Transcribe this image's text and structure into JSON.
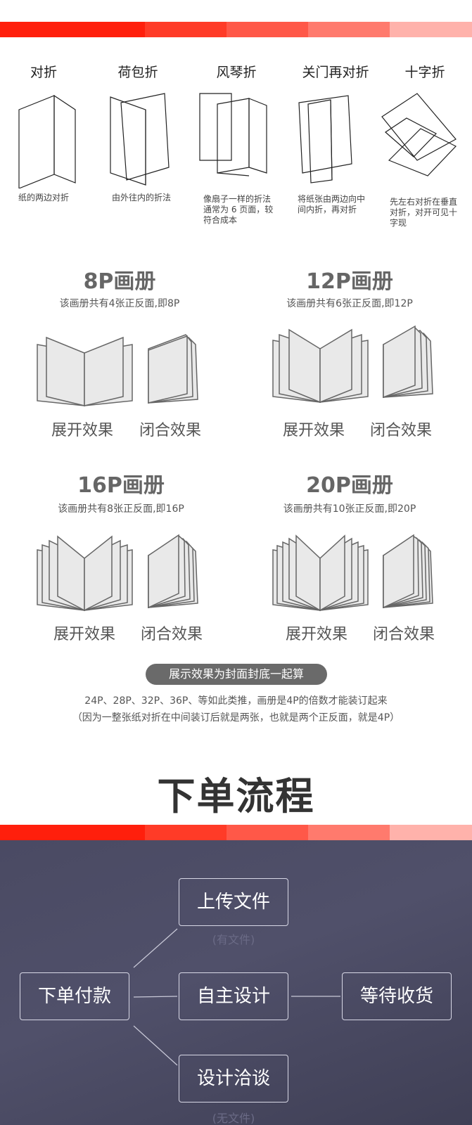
{
  "folds": [
    {
      "title": "对折",
      "desc": [
        "纸的两边对折"
      ]
    },
    {
      "title": "荷包折",
      "desc": [
        "由外往内的折法"
      ]
    },
    {
      "title": "风琴折",
      "desc": [
        "像扇子一样的折法",
        "通常为 6 页面，较",
        "符合成本"
      ]
    },
    {
      "title": "关门再对折",
      "desc": [
        "将纸张由两边向中",
        "间内折，再对折"
      ]
    },
    {
      "title": "十字折",
      "desc": [
        "先左右对折在垂直",
        "对折，对开可见十",
        "字现"
      ]
    }
  ],
  "albums": [
    {
      "title": "8P画册",
      "sub": "该画册共有4张正反面,即8P",
      "open": "展开效果",
      "closed": "闭合效果"
    },
    {
      "title": "12P画册",
      "sub": "该画册共有6张正反面,即12P",
      "open": "展开效果",
      "closed": "闭合效果"
    },
    {
      "title": "16P画册",
      "sub": "该画册共有8张正反面,即16P",
      "open": "展开效果",
      "closed": "闭合效果"
    },
    {
      "title": "20P画册",
      "sub": "该画册共有10张正反面,即20P",
      "open": "展开效果",
      "closed": "闭合效果"
    }
  ],
  "note": {
    "pill": "展示效果为封面封底一起算",
    "line1": "24P、28P、32P、36P、等如此类推，画册是4P的倍数才能装订起来",
    "line2": "（因为一整张纸对折在中间装订后就是两张，也就是两个正反面，就是4P）"
  },
  "order_title": "下单流程",
  "flow": {
    "pay": "下单付款",
    "upload": "上传文件",
    "upload_hint": "(有文件)",
    "design_self": "自主设计",
    "negotiate": "设计洽谈",
    "negotiate_hint": "(无文件)",
    "wait": "等待收货"
  }
}
